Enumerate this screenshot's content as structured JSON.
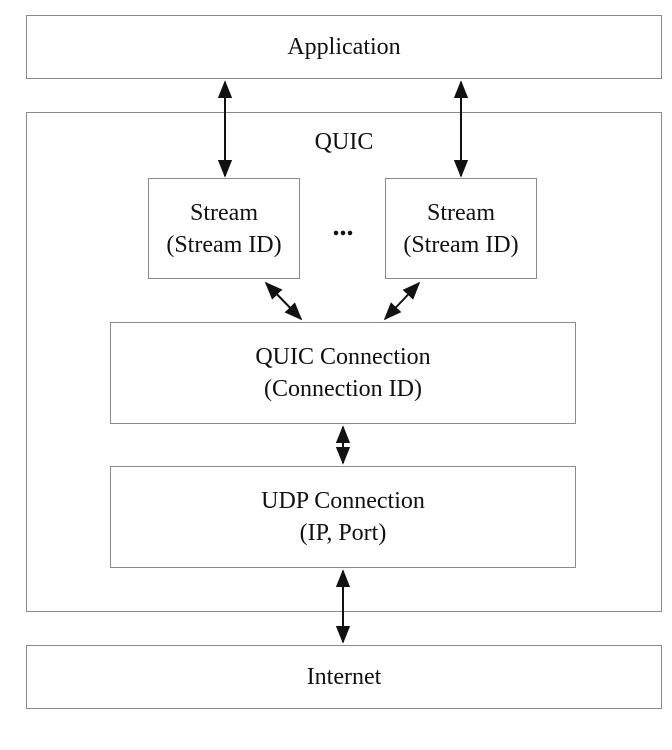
{
  "application": {
    "label": "Application"
  },
  "quic": {
    "label": "QUIC"
  },
  "streams": [
    {
      "line1": "Stream",
      "line2": "(Stream ID)"
    },
    {
      "line1": "Stream",
      "line2": "(Stream ID)"
    }
  ],
  "ellipsis": "...",
  "quic_connection": {
    "line1": "QUIC Connection",
    "line2": "(Connection ID)"
  },
  "udp_connection": {
    "line1": "UDP Connection",
    "line2": "(IP, Port)"
  },
  "internet": {
    "label": "Internet"
  }
}
